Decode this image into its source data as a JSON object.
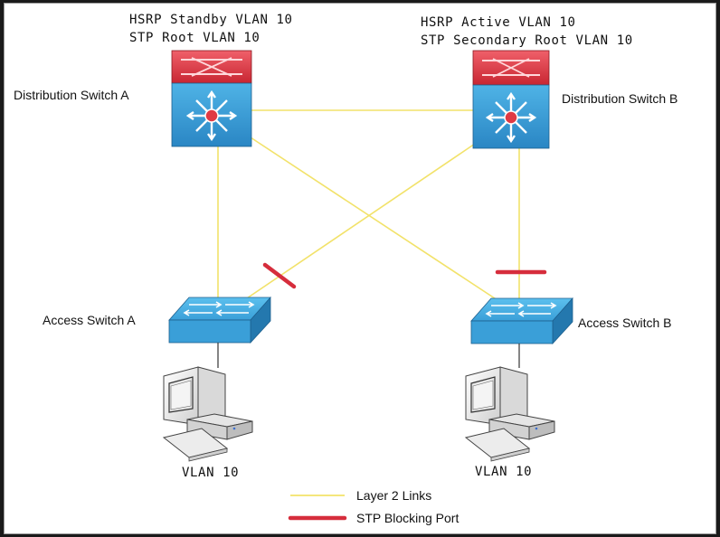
{
  "distribution_a": {
    "hsrp_label": "HSRP Standby VLAN 10",
    "stp_label": "STP Root VLAN 10",
    "name": "Distribution Switch A"
  },
  "distribution_b": {
    "hsrp_label": "HSRP Active VLAN 10",
    "stp_label": "STP Secondary Root VLAN 10",
    "name": "Distribution Switch B"
  },
  "access_a": {
    "name": "Access Switch A",
    "vlan": "VLAN 10"
  },
  "access_b": {
    "name": "Access Switch B",
    "vlan": "VLAN 10"
  },
  "legend": {
    "layer2_label": "Layer 2 Links",
    "blocking_label": "STP Blocking Port"
  },
  "colors": {
    "layer2_link": "#f2e26a",
    "blocking_port": "#d62d3c",
    "switch_blue": "#3a9fd8",
    "switch_red": "#e03a44"
  }
}
